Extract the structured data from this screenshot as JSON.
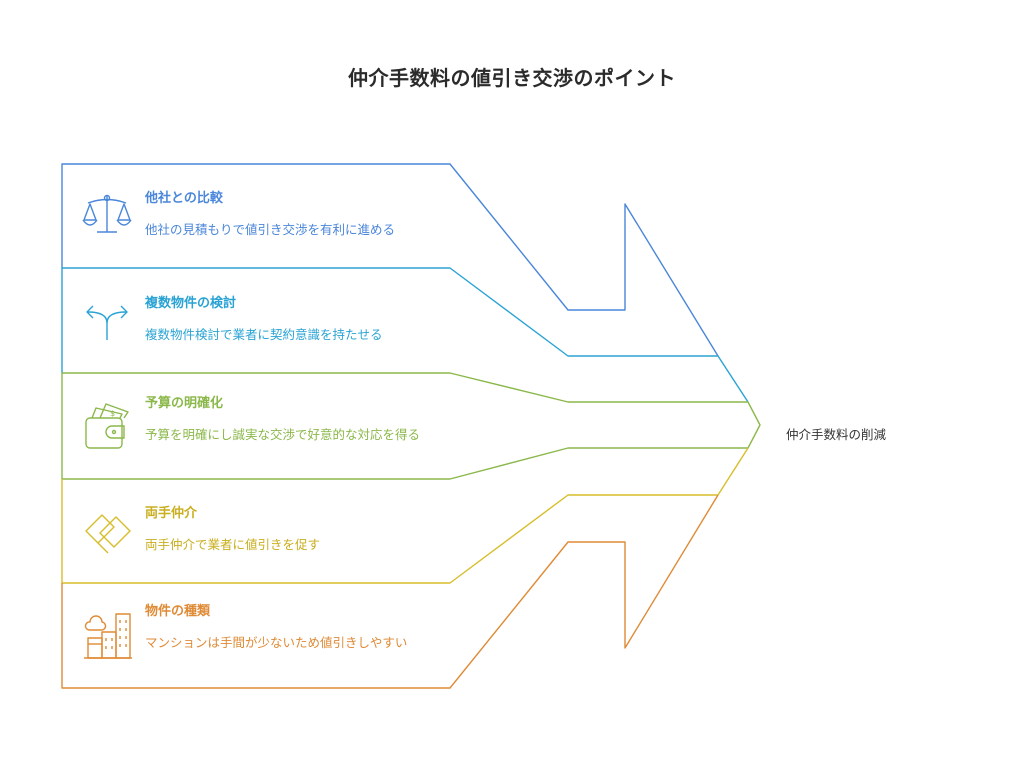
{
  "title": "仲介手数料の値引き交渉のポイント",
  "result": "仲介手数料の削減",
  "items": [
    {
      "title": "他社との比較",
      "desc": "他社の見積もりで値引き交渉を有利に進める",
      "color": "#4a86d9",
      "icon": "scales-icon"
    },
    {
      "title": "複数物件の検討",
      "desc": "複数物件検討で業者に契約意識を持たせる",
      "color": "#2aa3d4",
      "icon": "split-arrows-icon"
    },
    {
      "title": "予算の明確化",
      "desc": "予算を明確にし誠実な交渉で好意的な対応を得る",
      "color": "#8bb84a",
      "icon": "wallet-icon"
    },
    {
      "title": "両手仲介",
      "desc": "両手仲介で業者に値引きを促す",
      "color": "#d8bd2a",
      "icon": "handshake-icon"
    },
    {
      "title": "物件の種類",
      "desc": "マンションは手間が少ないため値引きしやすい",
      "color": "#df8a35",
      "icon": "buildings-icon"
    }
  ]
}
